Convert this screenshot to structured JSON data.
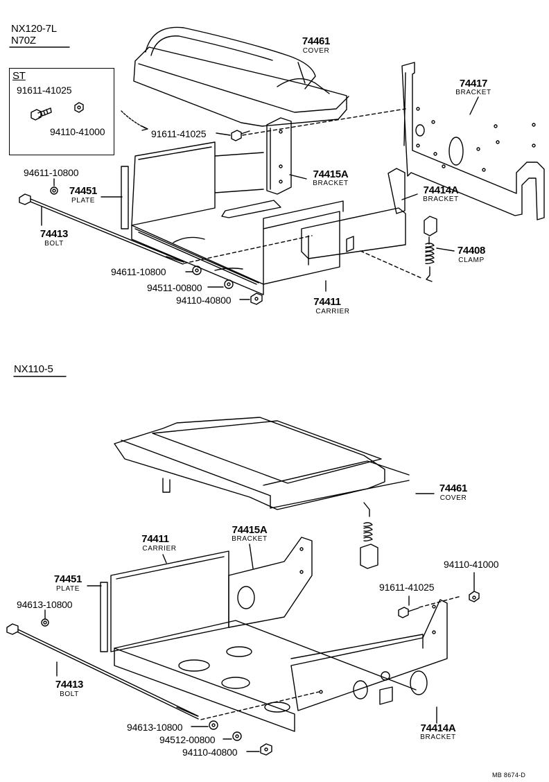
{
  "sections": {
    "top_model": "NX120-7L",
    "top_variant": "N70Z",
    "bottom_model": "NX110-5"
  },
  "st_box": {
    "title": "ST",
    "bolt": "91611-41025",
    "nut": "94110-41000"
  },
  "top": {
    "cover": {
      "num": "74461",
      "name": "COVER"
    },
    "bracket_74417": {
      "num": "74417",
      "name": "BRACKET"
    },
    "bolt_91611": "91611-41025",
    "bracket_74415A": {
      "num": "74415A",
      "name": "BRACKET"
    },
    "washer_94611_a": "94611-10800",
    "plate": {
      "num": "74451",
      "name": "PLATE"
    },
    "bolt": {
      "num": "74413",
      "name": "BOLT"
    },
    "bracket_74414A": {
      "num": "74414A",
      "name": "BRACKET"
    },
    "clamp": {
      "num": "74408",
      "name": "CLAMP"
    },
    "washer_94611_b": "94611-10800",
    "washer_94511": "94511-00800",
    "nut_94110": "94110-40800",
    "carrier": {
      "num": "74411",
      "name": "CARRIER"
    }
  },
  "bottom": {
    "cover": {
      "num": "74461",
      "name": "COVER"
    },
    "carrier": {
      "num": "74411",
      "name": "CARRIER"
    },
    "bracket_74415A": {
      "num": "74415A",
      "name": "BRACKET"
    },
    "nut_94110_41000": "94110-41000",
    "plate": {
      "num": "74451",
      "name": "PLATE"
    },
    "bolt_91611": "91611-41025",
    "washer_94613_a": "94613-10800",
    "bolt": {
      "num": "74413",
      "name": "BOLT"
    },
    "washer_94613_b": "94613-10800",
    "washer_94512": "94512-00800",
    "nut_94110_40800": "94110-40800",
    "bracket_74414A": {
      "num": "74414A",
      "name": "BRACKET"
    }
  },
  "footer_code": "MB 8674-D"
}
